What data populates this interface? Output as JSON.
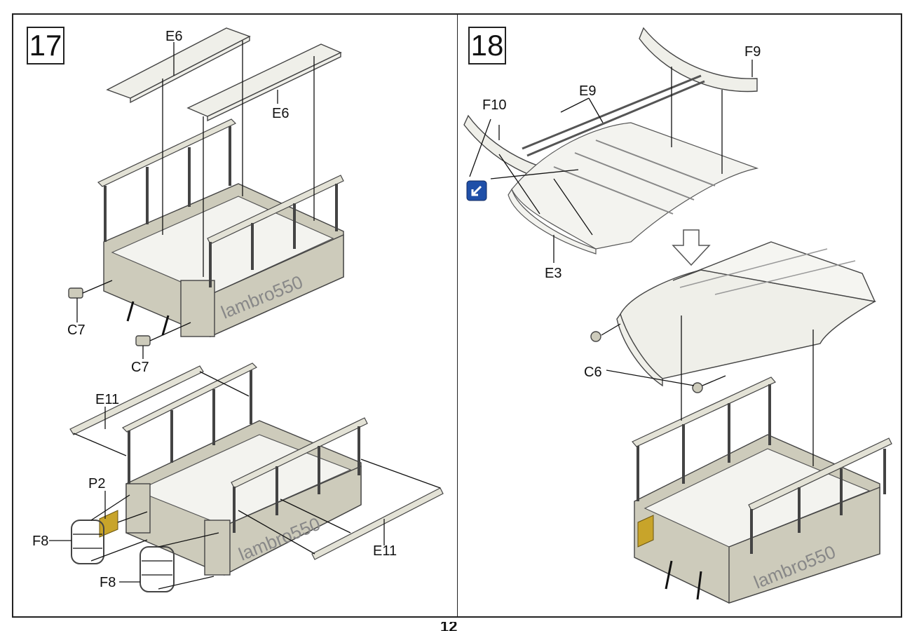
{
  "steps": [
    {
      "number": "17",
      "labels": {
        "e6_top": "E6",
        "e6_right": "E6",
        "c7_left": "C7",
        "c7_bottom": "C7",
        "e11_left": "E11",
        "e11_right": "E11",
        "p2": "P2",
        "f8_left": "F8",
        "f8_bottom": "F8"
      }
    },
    {
      "number": "18",
      "labels": {
        "f9": "F9",
        "f10": "F10",
        "e9": "E9",
        "e3": "E3",
        "c6": "C6"
      }
    }
  ],
  "icons": {
    "assembly_icon": "curved-arrow-icon",
    "down_arrow": "hollow-down-arrow-icon"
  },
  "colors": {
    "body": "#cdcbbb",
    "parts": "#efefe9",
    "plate": "#c8a42a",
    "icon": "#1f4fa8"
  },
  "page_number": "12"
}
